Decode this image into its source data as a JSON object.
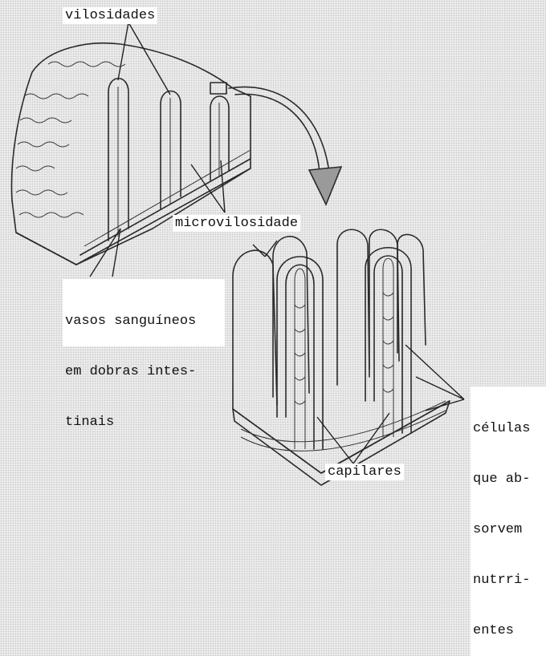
{
  "labels": {
    "villi": "vilosidades",
    "microvilli": "microvilosidade",
    "vessels": [
      "vasos sanguíneos",
      "em dobras intes-",
      "tinais"
    ],
    "cells": [
      "células",
      "que ab-",
      "sorvem",
      "nutrri-",
      "entes"
    ],
    "capillaries": "capilares"
  },
  "colors": {
    "background": "#ececec",
    "ink": "#2a2a2a",
    "label_bg": "#ffffff",
    "arrow_fill": "#9a9a9a"
  }
}
